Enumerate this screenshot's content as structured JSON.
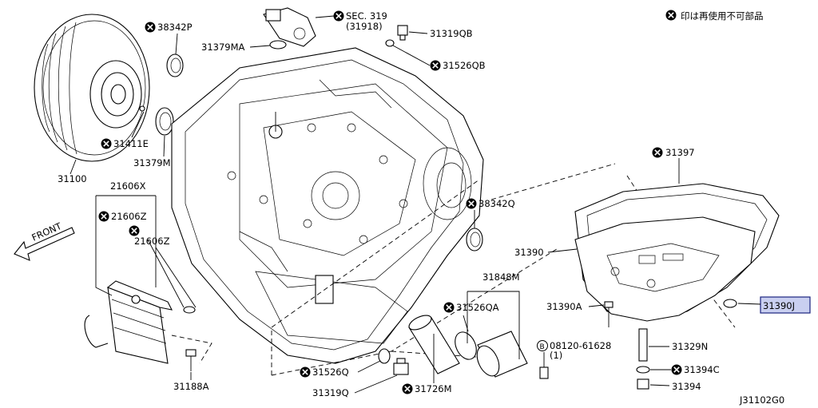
{
  "legend": {
    "text": "印は再使用不可部品"
  },
  "diagram_code": "J31102G0",
  "front_label": "FRONT",
  "labels": {
    "p31100": "31100",
    "p38342P": "38342P",
    "p31411E": "31411E",
    "p31379M": "31379M",
    "p31379MA": "31379MA",
    "sec319_line1": "SEC. 319",
    "sec319_line2": "(31918)",
    "p31319QB": "31319QB",
    "p31526QB": "31526QB",
    "p31397": "31397",
    "p21606X": "21606X",
    "p21606Z_a": "21606Z",
    "p21606Z_b": "21606Z",
    "p38342Q": "38342Q",
    "p31390": "31390",
    "p31848M": "31848M",
    "p31526QA": "31526QA",
    "p08120_line1": "08120-61628",
    "p08120_line2": "(1)",
    "p31390A": "31390A",
    "p31390J": "31390J",
    "p31329N": "31329N",
    "p31394C": "31394C",
    "p31394": "31394",
    "p31188A": "31188A",
    "p31526Q": "31526Q",
    "p31319Q": "31319Q",
    "p31726M": "31726M"
  },
  "colors": {
    "highlight_fill": "#c9cff0",
    "highlight_border": "#1a237e",
    "ink": "#000000"
  },
  "icons": {
    "non_reusable": "circled-x-icon",
    "bolt_ref": "circled-b-icon"
  }
}
